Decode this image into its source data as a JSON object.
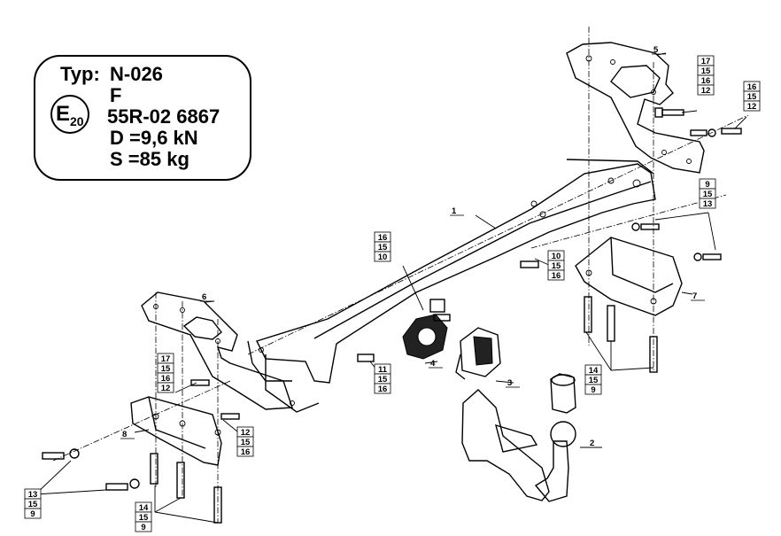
{
  "approval_card": {
    "type_label": "Typ:",
    "type_value": "N-026",
    "line_f": "F",
    "e_mark": "E",
    "e_number": "20",
    "approval_no": "55R-02 6867",
    "d_value": "D =9,6 kN",
    "s_value": "S =85 kg"
  },
  "callouts": {
    "c1": [
      "1"
    ],
    "c2": [
      "2"
    ],
    "c3": [
      "3"
    ],
    "c4": [
      "4"
    ],
    "c5": [
      "5"
    ],
    "c6": [
      "6"
    ],
    "c7": [
      "7"
    ],
    "c8": [
      "8"
    ],
    "s_top_right": [
      "17",
      "15",
      "16",
      "12"
    ],
    "s_top_far": [
      "16",
      "15",
      "12"
    ],
    "s_right_mid": [
      "9",
      "15",
      "13"
    ],
    "s_center_left": [
      "16",
      "15",
      "10"
    ],
    "s_center_right": [
      "10",
      "15",
      "16"
    ],
    "s_center_low": [
      "11",
      "15",
      "16"
    ],
    "s_left_upper": [
      "17",
      "15",
      "16",
      "12"
    ],
    "s_left_mid": [
      "12",
      "15",
      "16"
    ],
    "s_bottom_left": [
      "13",
      "15",
      "9"
    ],
    "s_bottom_mid": [
      "14",
      "15",
      "9"
    ],
    "s_right_low": [
      "14",
      "15",
      "9"
    ]
  }
}
